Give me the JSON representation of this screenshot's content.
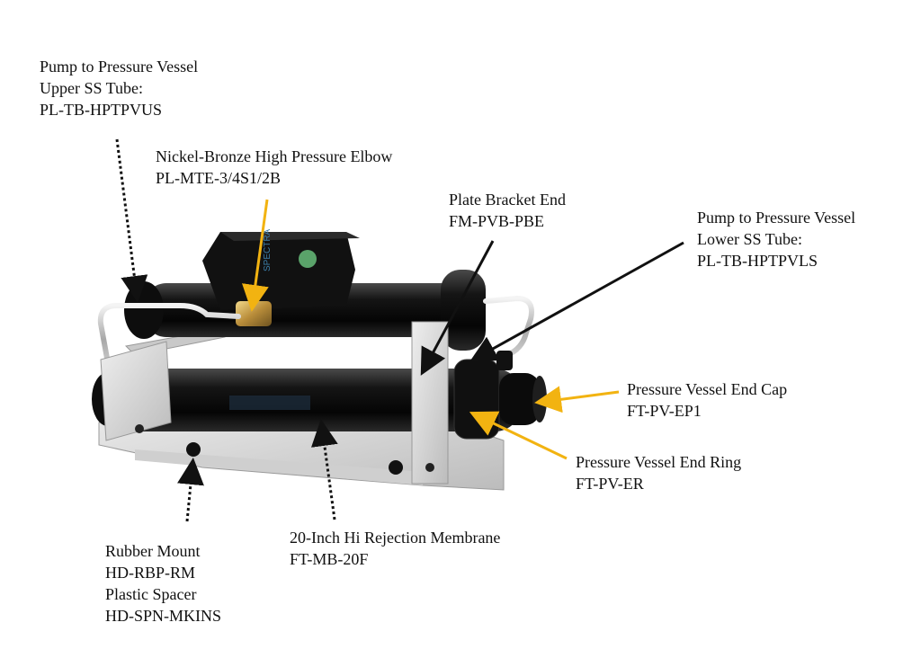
{
  "colors": {
    "black_arrow": "#111111",
    "yellow_arrow": "#f2b311",
    "background": "#ffffff"
  },
  "product_logo_text": "SPECTRA",
  "callouts": {
    "upper_tube": {
      "line1": "Pump to Pressure Vessel",
      "line2": "Upper SS Tube:",
      "line3": "PL-TB-HPTPVUS"
    },
    "elbow": {
      "line1": "Nickel-Bronze High Pressure Elbow",
      "line2": "PL-MTE-3/4S1/2B"
    },
    "bracket": {
      "line1": "Plate Bracket End",
      "line2": "FM-PVB-PBE"
    },
    "lower_tube": {
      "line1": "Pump to Pressure Vessel",
      "line2": "Lower SS Tube:",
      "line3": "PL-TB-HPTPVLS"
    },
    "end_cap": {
      "line1": "Pressure Vessel End Cap",
      "line2": "FT-PV-EP1"
    },
    "end_ring": {
      "line1": "Pressure Vessel End Ring",
      "line2": "FT-PV-ER"
    },
    "membrane": {
      "line1": "20-Inch Hi Rejection Membrane",
      "line2": "FT-MB-20F"
    },
    "mount": {
      "line1": "Rubber Mount",
      "line2": "HD-RBP-RM",
      "line3": "Plastic Spacer",
      "line4": "HD-SPN-MKINS"
    }
  }
}
